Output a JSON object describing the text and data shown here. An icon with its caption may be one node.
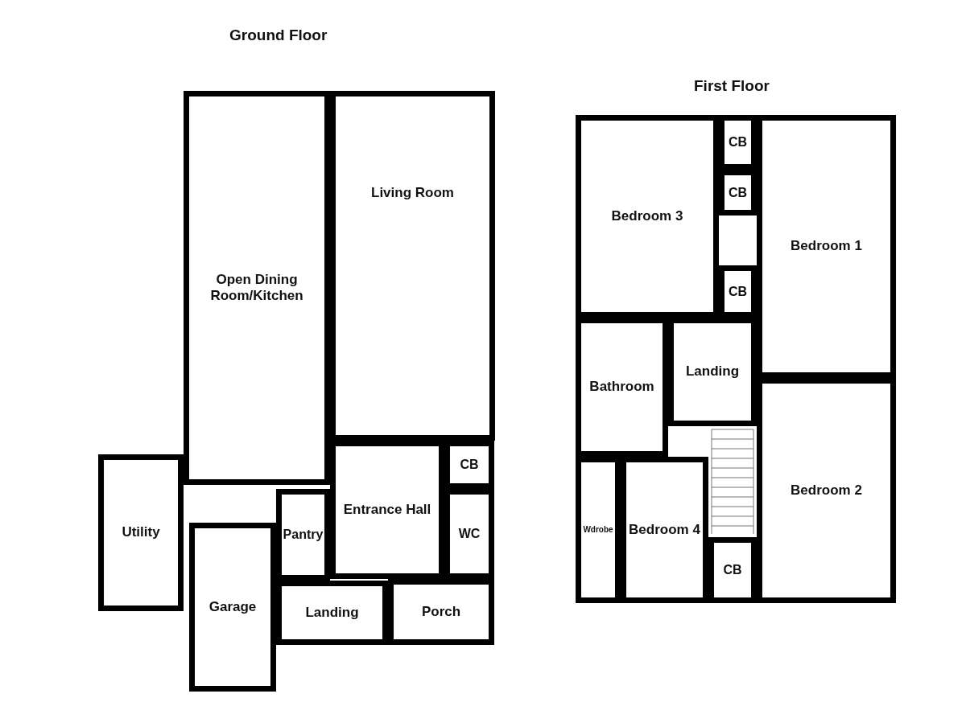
{
  "diagram": {
    "nodes": [
      {
        "text": [
          "Living Room"
        ]
      },
      {
        "text": [
          "Open Dining Room/Kitchen"
        ]
      },
      {
        "text": [
          "CB"
        ]
      },
      {
        "text": [
          "Entrance Hall"
        ]
      },
      {
        "text": [
          "WC"
        ]
      },
      {
        "text": [
          "Utility"
        ]
      },
      {
        "text": [
          "Pantry"
        ]
      },
      {
        "text": [
          "Porch"
        ]
      },
      {
        "text": [
          "Landing"
        ]
      },
      {
        "text": [
          "Garage"
        ]
      },
      {
        "text": [
          "CB"
        ]
      },
      {
        "text": [
          "CB"
        ]
      },
      {
        "text": [
          "Bedroom 3"
        ]
      },
      {
        "text": [
          "Bedroom 1"
        ]
      },
      {
        "text": [
          "CB"
        ]
      },
      {
        "text": [
          "Landing"
        ]
      },
      {
        "text": [
          "Bathroom"
        ]
      },
      {
        "text": [
          "Bedroom 2"
        ]
      },
      {
        "text": [
          "Wdrobe"
        ]
      },
      {
        "text": [
          "Bedroom 4"
        ]
      },
      {
        "text": [
          "CB"
        ]
      }
    ],
    "edges": [],
    "labels": [
      "Ground Floor",
      "First Floor"
    ]
  }
}
